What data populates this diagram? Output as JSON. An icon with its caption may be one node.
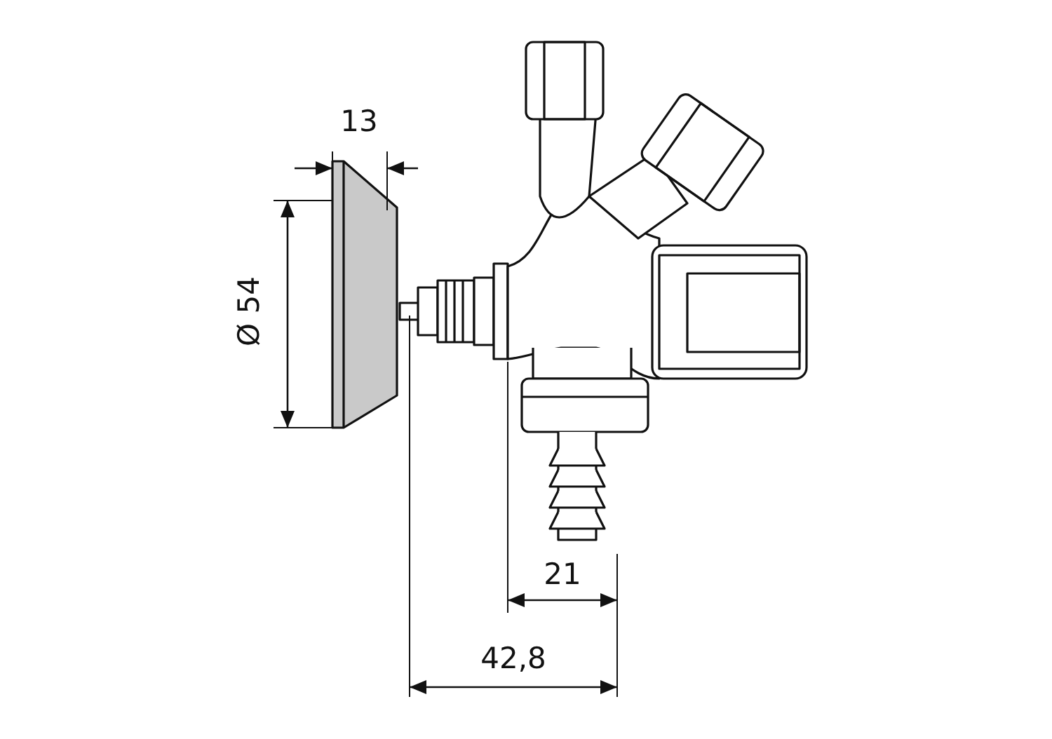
{
  "diagram": {
    "labels": [
      "13",
      "Ø 54",
      "21",
      "42,8"
    ]
  }
}
